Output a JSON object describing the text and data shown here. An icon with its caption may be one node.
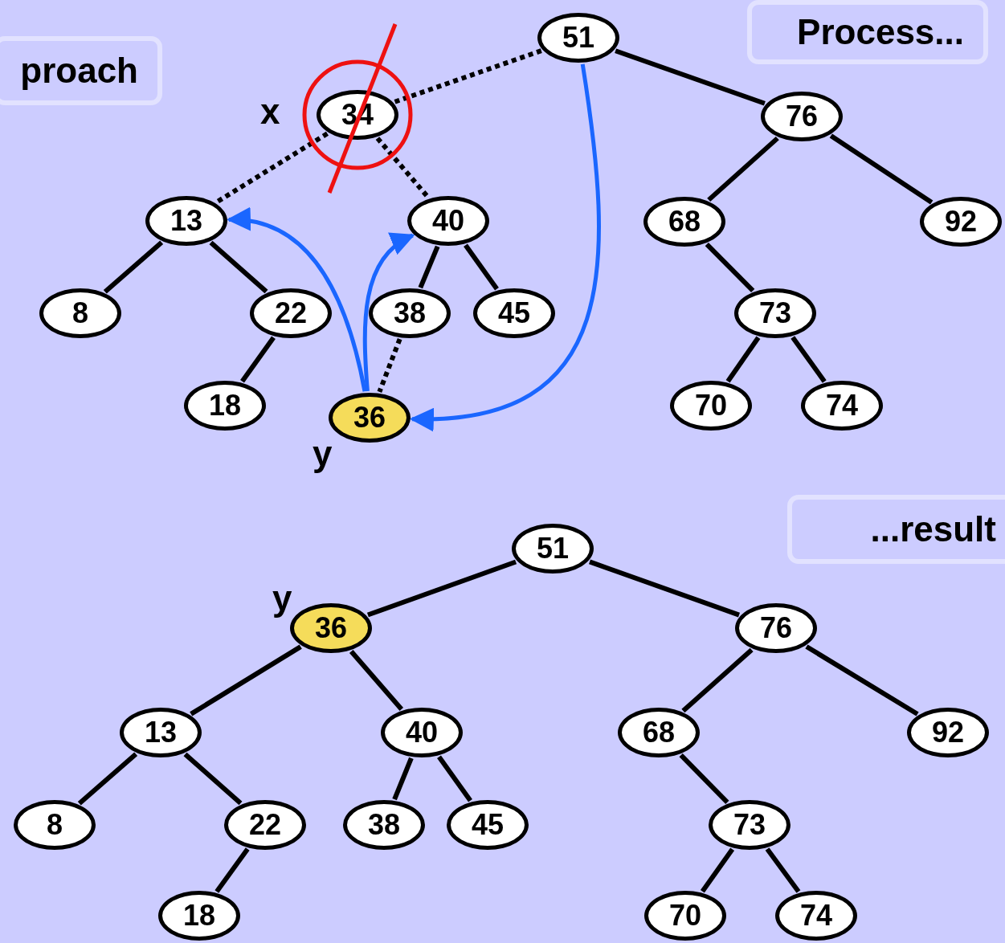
{
  "diagram": {
    "nodes": [
      {
        "text": [
          "proach"
        ]
      },
      {
        "text": [
          "Process..."
        ]
      },
      {
        "text": [
          "51"
        ]
      },
      {
        "text": [
          "34"
        ],
        "beside": [
          "x"
        ]
      },
      {
        "text": [
          "76"
        ]
      },
      {
        "text": [
          "13"
        ]
      },
      {
        "text": [
          "40"
        ]
      },
      {
        "text": [
          "68"
        ]
      },
      {
        "text": [
          "92"
        ]
      },
      {
        "text": [
          "8"
        ]
      },
      {
        "text": [
          "22"
        ]
      },
      {
        "text": [
          "38"
        ]
      },
      {
        "text": [
          "45"
        ]
      },
      {
        "text": [
          "73"
        ]
      },
      {
        "text": [
          "18"
        ]
      },
      {
        "text": [
          "36"
        ],
        "beside": [
          "y"
        ]
      },
      {
        "text": [
          "70"
        ]
      },
      {
        "text": [
          "74"
        ]
      },
      {
        "text": [
          "...result"
        ]
      },
      {
        "text": [
          "51"
        ]
      },
      {
        "text": [
          "36"
        ],
        "beside": [
          "y"
        ]
      },
      {
        "text": [
          "76"
        ]
      },
      {
        "text": [
          "13"
        ]
      },
      {
        "text": [
          "40"
        ]
      },
      {
        "text": [
          "68"
        ]
      },
      {
        "text": [
          "92"
        ]
      },
      {
        "text": [
          "8"
        ]
      },
      {
        "text": [
          "22"
        ]
      },
      {
        "text": [
          "38"
        ]
      },
      {
        "text": [
          "45"
        ]
      },
      {
        "text": [
          "73"
        ]
      },
      {
        "text": [
          "18"
        ]
      },
      {
        "text": [
          "70"
        ]
      },
      {
        "text": [
          "74"
        ]
      }
    ],
    "edges": [
      {
        "from": 2,
        "to": 3,
        "arrow": "none",
        "style": "dashed"
      },
      {
        "from": 2,
        "to": 4,
        "arrow": "none"
      },
      {
        "from": 3,
        "to": 5,
        "arrow": "none",
        "style": "dashed"
      },
      {
        "from": 3,
        "to": 6,
        "arrow": "none",
        "style": "dashed"
      },
      {
        "from": 4,
        "to": 7,
        "arrow": "none"
      },
      {
        "from": 4,
        "to": 8,
        "arrow": "none"
      },
      {
        "from": 5,
        "to": 9,
        "arrow": "none"
      },
      {
        "from": 5,
        "to": 10,
        "arrow": "none"
      },
      {
        "from": 6,
        "to": 11,
        "arrow": "none"
      },
      {
        "from": 6,
        "to": 12,
        "arrow": "none"
      },
      {
        "from": 7,
        "to": 13,
        "arrow": "none"
      },
      {
        "from": 10,
        "to": 14,
        "arrow": "none"
      },
      {
        "from": 11,
        "to": 15,
        "arrow": "none",
        "style": "dashed"
      },
      {
        "from": 13,
        "to": 16,
        "arrow": "none"
      },
      {
        "from": 13,
        "to": 17,
        "arrow": "none"
      },
      {
        "from": 15,
        "to": 5,
        "arrow": "to",
        "color": "#1a66ff"
      },
      {
        "from": 15,
        "to": 6,
        "arrow": "to",
        "color": "#1a66ff"
      },
      {
        "from": 2,
        "to": 15,
        "arrow": "to",
        "color": "#1a66ff"
      },
      {
        "from": 19,
        "to": 20,
        "arrow": "none"
      },
      {
        "from": 19,
        "to": 21,
        "arrow": "none"
      },
      {
        "from": 20,
        "to": 22,
        "arrow": "none"
      },
      {
        "from": 20,
        "to": 23,
        "arrow": "none"
      },
      {
        "from": 21,
        "to": 24,
        "arrow": "none"
      },
      {
        "from": 21,
        "to": 25,
        "arrow": "none"
      },
      {
        "from": 22,
        "to": 26,
        "arrow": "none"
      },
      {
        "from": 22,
        "to": 27,
        "arrow": "none"
      },
      {
        "from": 23,
        "to": 28,
        "arrow": "none"
      },
      {
        "from": 23,
        "to": 29,
        "arrow": "none"
      },
      {
        "from": 24,
        "to": 30,
        "arrow": "none"
      },
      {
        "from": 27,
        "to": 31,
        "arrow": "none"
      },
      {
        "from": 30,
        "to": 32,
        "arrow": "none"
      },
      {
        "from": 30,
        "to": 33,
        "arrow": "none"
      }
    ]
  }
}
